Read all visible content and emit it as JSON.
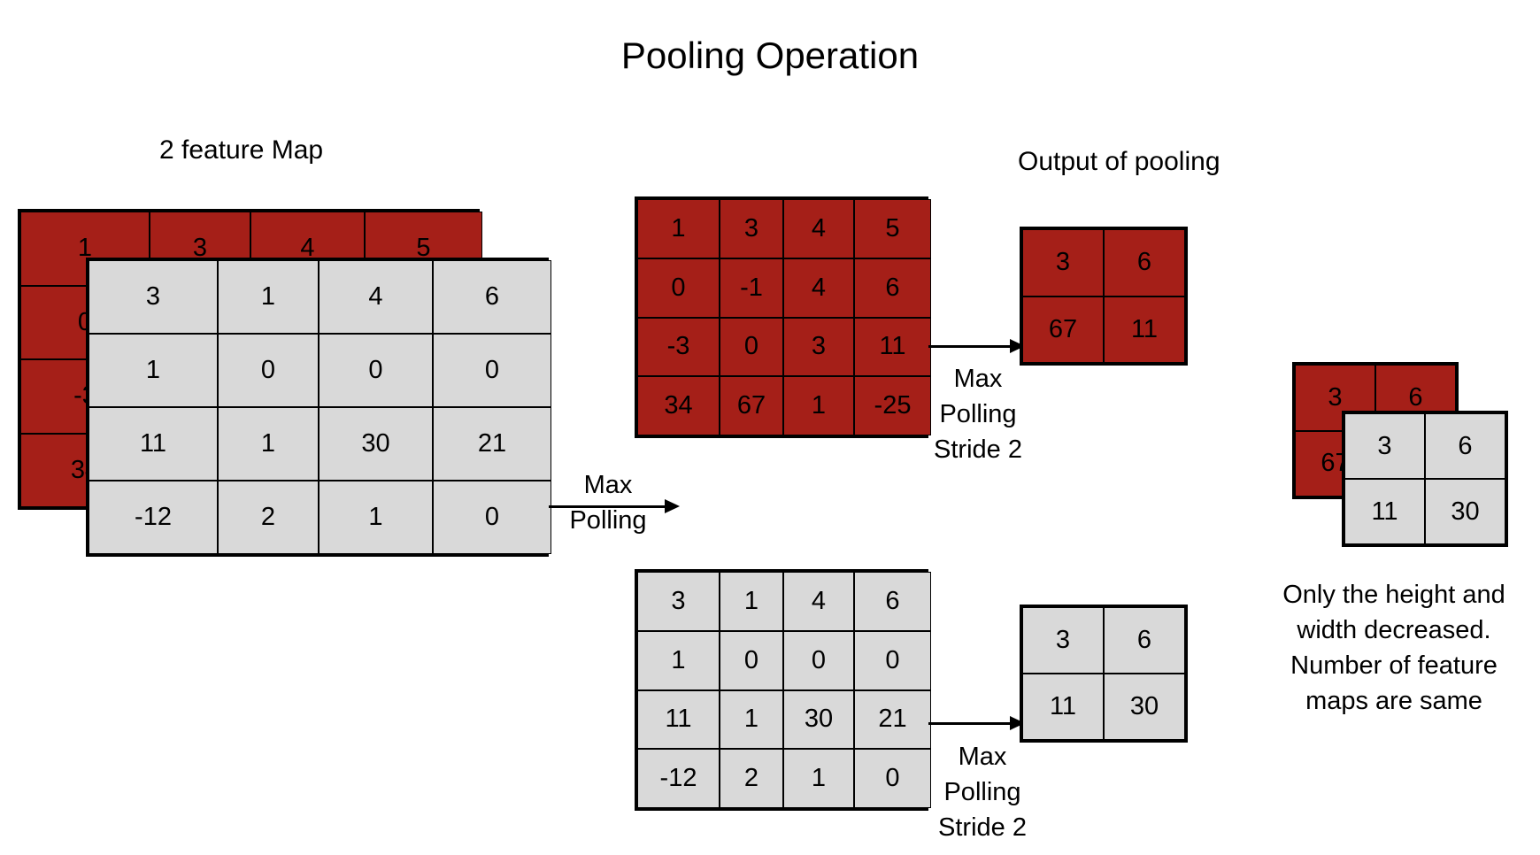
{
  "title": "Pooling Operation",
  "feature_map_label": "2 feature Map",
  "output_label": "Output of pooling",
  "colors": {
    "red": "#a51f18",
    "gray": "#d9d9d9",
    "border": "#000000"
  },
  "feature_map_1": [
    [
      "1",
      "3",
      "4",
      "5"
    ],
    [
      "0",
      "-1",
      "4",
      "6"
    ],
    [
      "-3",
      "0",
      "3",
      "11"
    ],
    [
      "34",
      "67",
      "1",
      "-25"
    ]
  ],
  "feature_map_2": [
    [
      "3",
      "1",
      "4",
      "6"
    ],
    [
      "1",
      "0",
      "0",
      "0"
    ],
    [
      "11",
      "1",
      "30",
      "21"
    ],
    [
      "-12",
      "2",
      "1",
      "0"
    ]
  ],
  "pooled_map_1": [
    [
      "3",
      "6"
    ],
    [
      "67",
      "11"
    ]
  ],
  "pooled_map_2": [
    [
      "3",
      "6"
    ],
    [
      "11",
      "30"
    ]
  ],
  "max_polling": [
    "Max",
    "Polling"
  ],
  "max_polling_stride": [
    "Max",
    "Polling",
    "Stride 2"
  ],
  "note": [
    "Only the height and",
    "width decreased.",
    "Number of feature",
    "maps are same"
  ]
}
